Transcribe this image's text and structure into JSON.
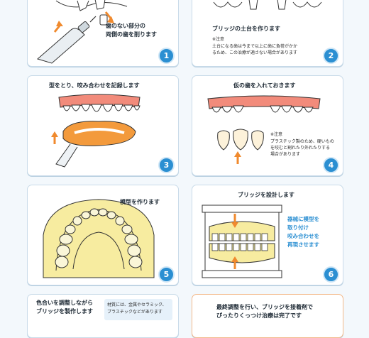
{
  "steps": [
    {
      "number": "1",
      "title_line1": "歯のない部分の",
      "title_line2": "両側の歯を削ります"
    },
    {
      "number": "2",
      "title": "ブリッジの土台を作ります",
      "note_label": "※注意",
      "note_line1": "土台になる歯は今まで以上に歯に負荷がかか",
      "note_line2": "るため、この治療が適さない場合があります"
    },
    {
      "number": "3",
      "title": "型をとり、咬み合わせを記録します"
    },
    {
      "number": "4",
      "title": "仮の歯を入れておきます",
      "note_label": "※注意",
      "note_line1": "プラスチック製のため、硬いもの",
      "note_line2": "を咬むと割れたり外れたりする",
      "note_line3": "場合があります"
    },
    {
      "number": "5",
      "title": "模型を作ります"
    },
    {
      "number": "6",
      "title": "ブリッジを設計します",
      "desc_line1": "器械に模型を",
      "desc_line2": "取り付け",
      "desc_line3": "咬み合わせを",
      "desc_line4": "再現させます"
    },
    {
      "title_line1": "色合いを調整しながら",
      "title_line2": "ブリッジを製作します",
      "note_line1": "材質には、金属やセラミック、",
      "note_line2": "プラスチックなどがあります"
    },
    {
      "title_line1": "最終調整を行い、ブリッジを接着剤で",
      "title_line2": "ぴったりくっつけ治療は完了です"
    }
  ],
  "colors": {
    "accent": "#2b8fd2",
    "gum": "#f28b7b",
    "tray": "#f39a3c",
    "model": "#f7eca0",
    "arrow": "#f08a2e"
  }
}
